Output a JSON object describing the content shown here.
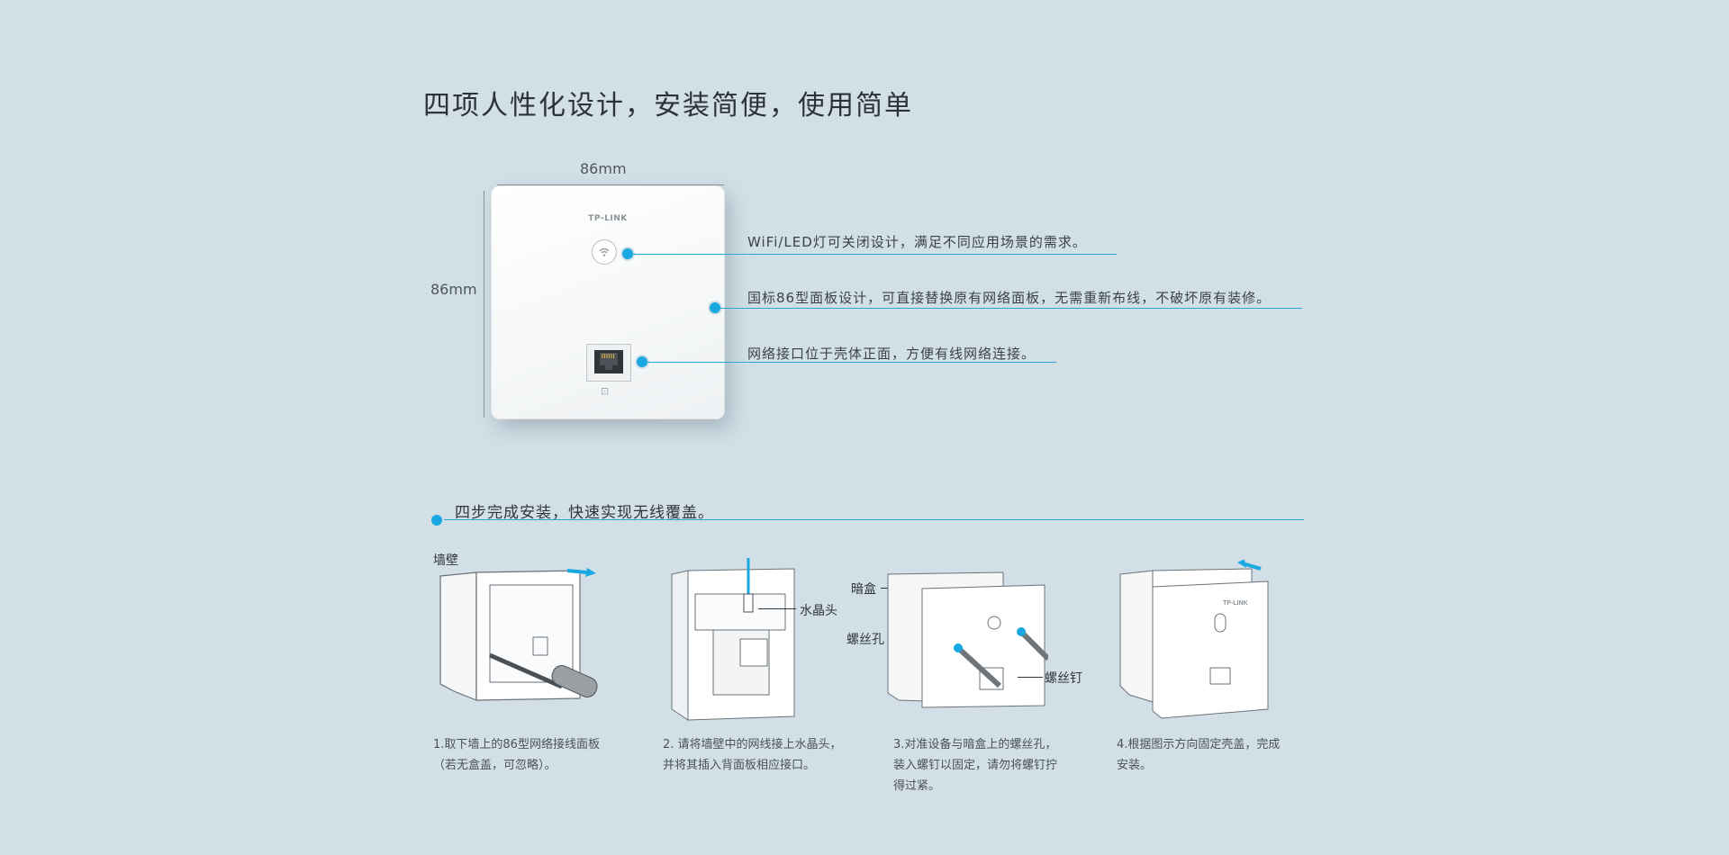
{
  "title": "四项人性化设计，安装简便，使用简单",
  "dimensions": {
    "width": "86mm",
    "height": "86mm"
  },
  "product": {
    "logo": "TP-LINK"
  },
  "callouts": [
    "WiFi/LED灯可关闭设计，满足不同应用场景的需求。",
    "国标86型面板设计，可直接替换原有网络面板，无需重新布线，不破坏原有装修。",
    "网络接口位于壳体正面，方便有线网络连接。"
  ],
  "install": {
    "heading": "四步完成安装，快速实现无线覆盖。",
    "labels": {
      "wall": "墙壁",
      "crystal": "水晶头",
      "box": "暗盒",
      "hole": "螺丝孔",
      "screw": "螺丝钉"
    },
    "steps": [
      {
        "line1": "1.取下墙上的86型网络接线面板",
        "line2": "（若无盒盖，可忽略）。",
        "line3": ""
      },
      {
        "line1": "2. 请将墙壁中的网线接上水晶头，",
        "line2": "并将其插入背面板相应接口。",
        "line3": ""
      },
      {
        "line1": "3.对准设备与暗盒上的螺丝孔，",
        "line2": "装入螺钉以固定，请勿将螺钉拧",
        "line3": "得过紧。"
      },
      {
        "line1": "4.根据图示方向固定壳盖，完成",
        "line2": "安装。",
        "line3": ""
      }
    ]
  },
  "colors": {
    "background": "#d2dfe7",
    "accent": "#19a9e0"
  }
}
